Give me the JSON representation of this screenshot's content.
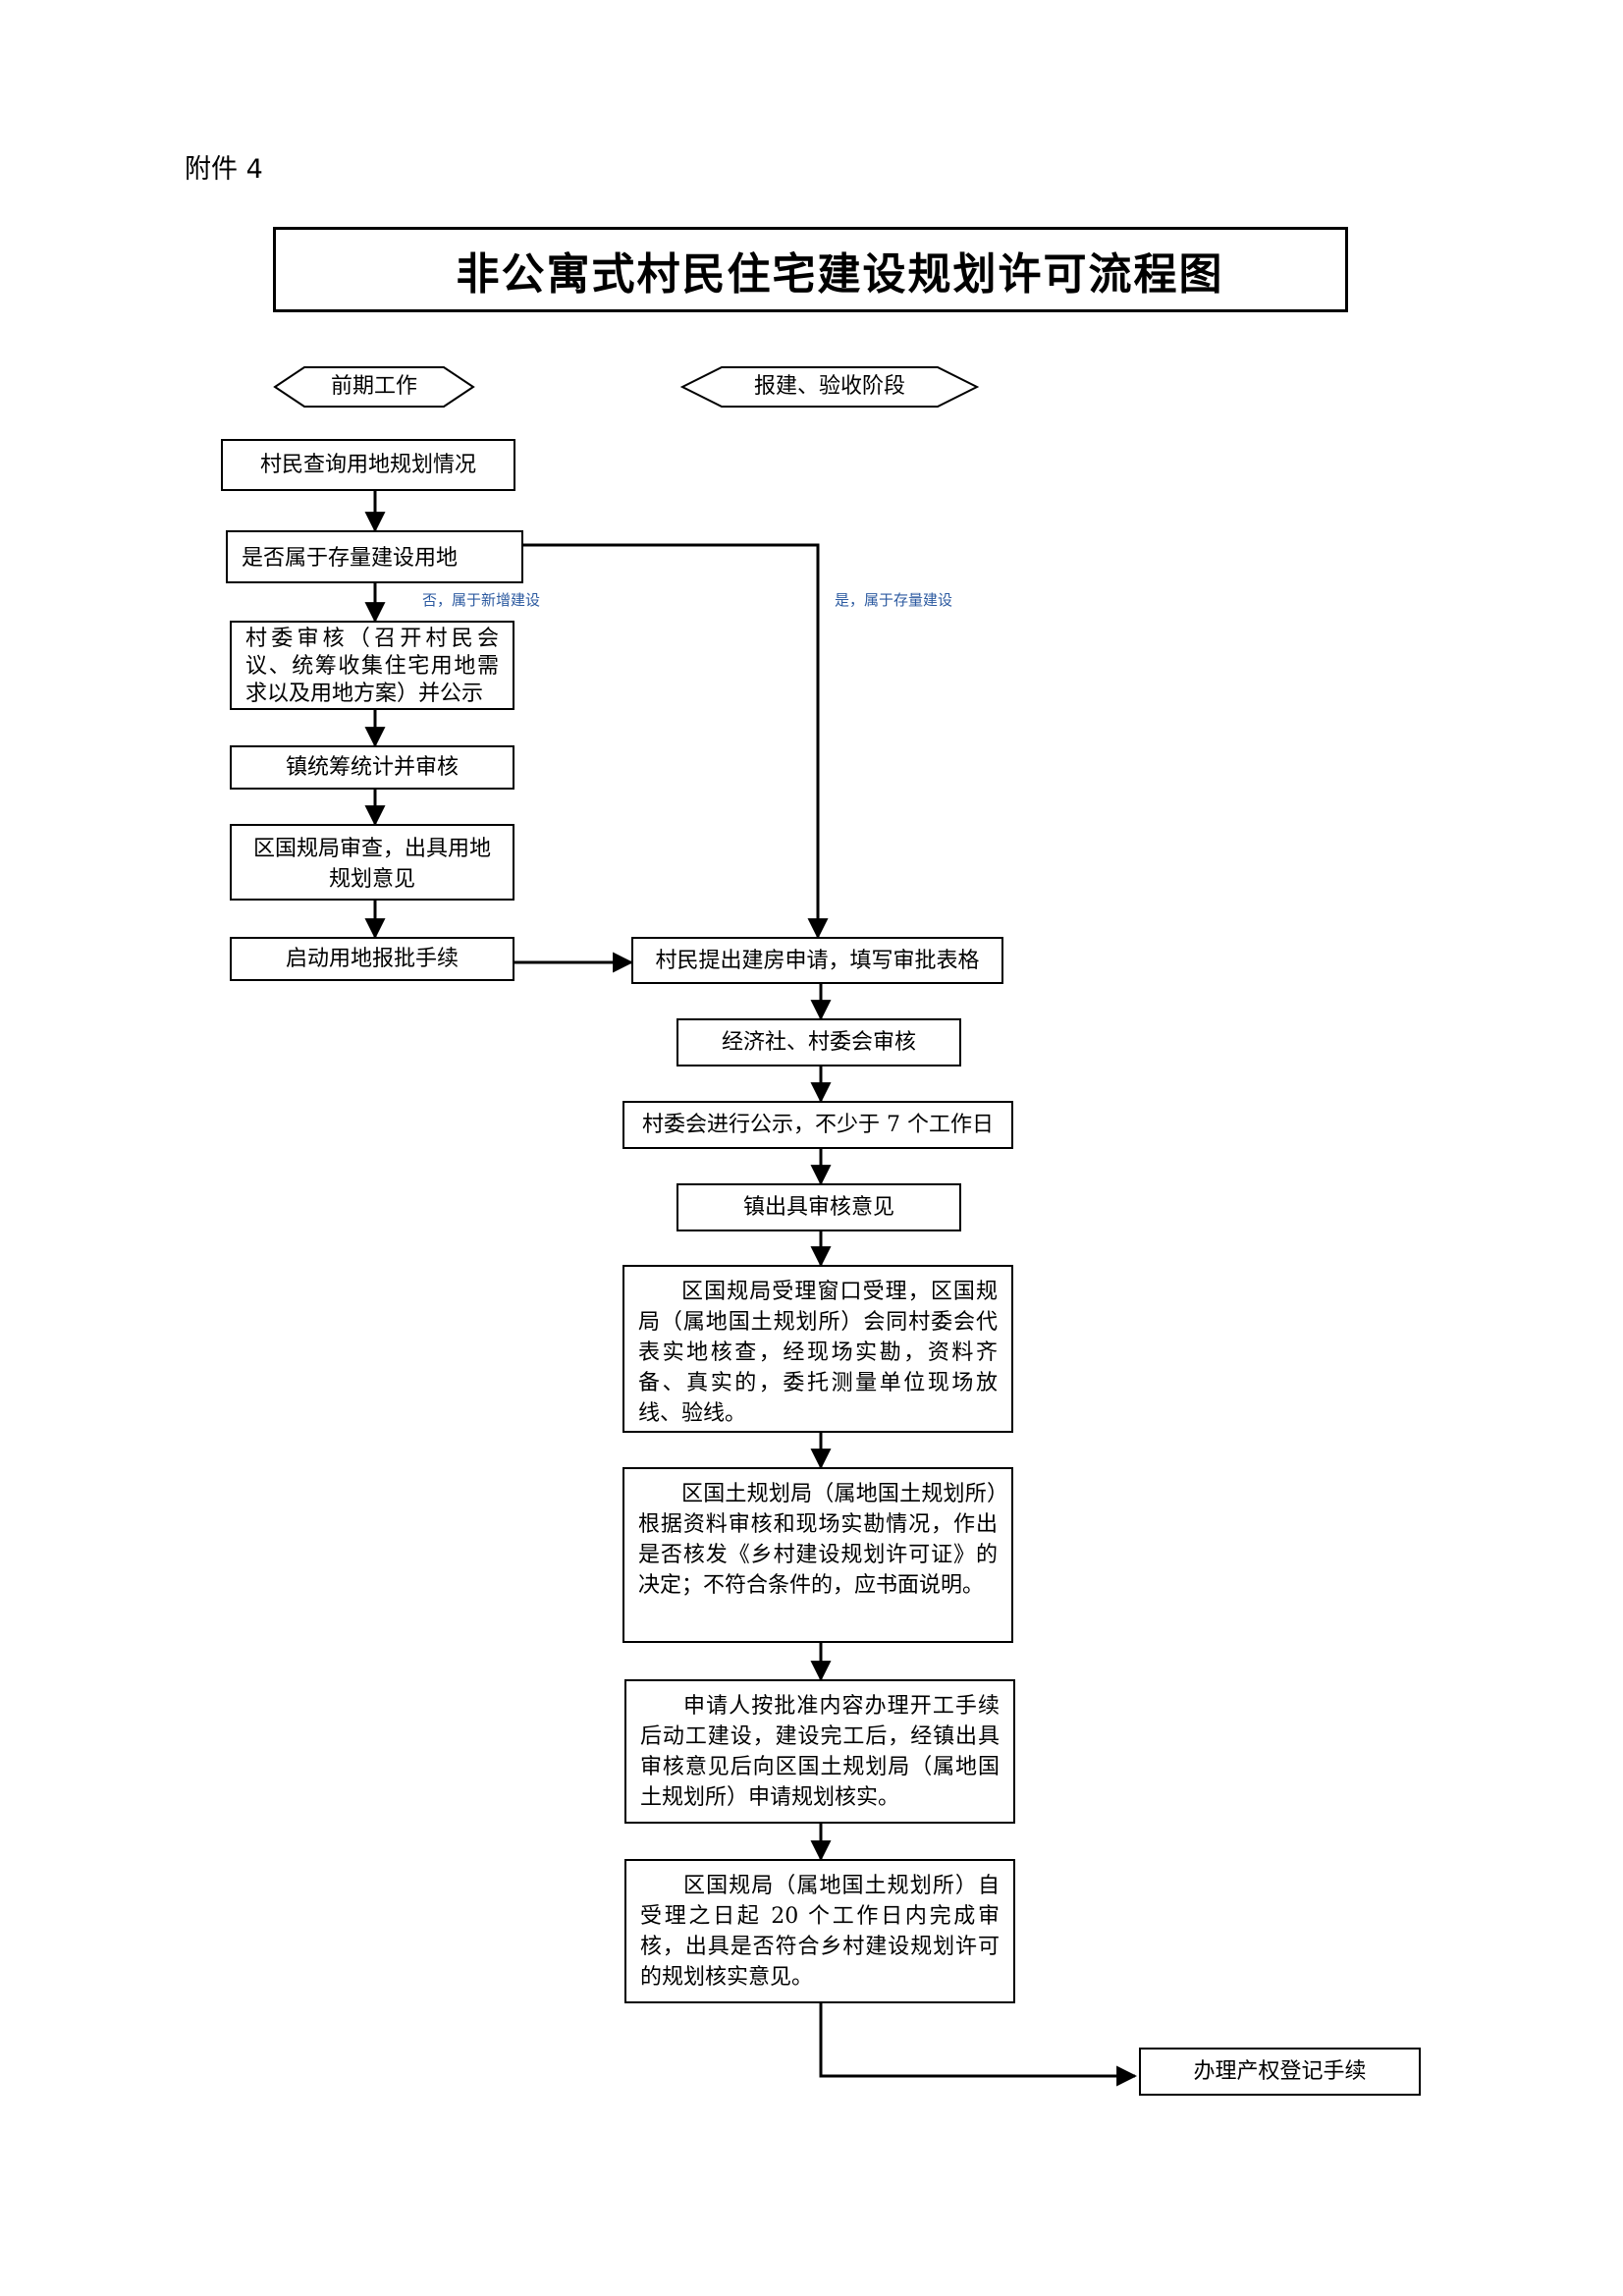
{
  "header": {
    "attachment": "附件 4"
  },
  "title": "非公寓式村民住宅建设规划许可流程图",
  "phases": {
    "early": "前期工作",
    "build": "报建、验收阶段"
  },
  "notes": {
    "no_branch": "否，属于新增建设",
    "yes_branch": "是，属于存量建设"
  },
  "steps": {
    "query": "村民查询用地规划情况",
    "is_stock": "是否属于存量建设用地",
    "village_review": "村委审核（召开村民会议、统筹收集住宅用地需求以及用地方案）并公示",
    "town_stats": "镇统筹统计并审核",
    "district_review": "区国规局审查，出具用地规划意见",
    "start_approval": "启动用地报批手续",
    "apply": "村民提出建房申请，填写审批表格",
    "coop_review": "经济社、村委会审核",
    "publicity": "村委会进行公示，不少于 7 个工作日",
    "town_opinion": "镇出具审核意见",
    "window_accept": "区国规局受理窗口受理，区国规局（属地国土规划所）会同村委会代表实地核查，经现场实勘，资料齐备、真实的，委托测量单位现场放线、验线。",
    "decide_permit": "区国土规划局（属地国土规划所）根据资料审核和现场实勘情况，作出是否核发《乡村建设规划许可证》的决定；不符合条件的，应书面说明。",
    "start_construction": "申请人按批准内容办理开工手续后动工建设，建设完工后，经镇出具审核意见后向区国土规划局（属地国土规划所）申请规划核实。",
    "verify": "区国规局（属地国土规划所）自受理之日起 20 个工作日内完成审核，出具是否符合乡村建设规划许可的规划核实意见。",
    "property_reg": "办理产权登记手续"
  }
}
